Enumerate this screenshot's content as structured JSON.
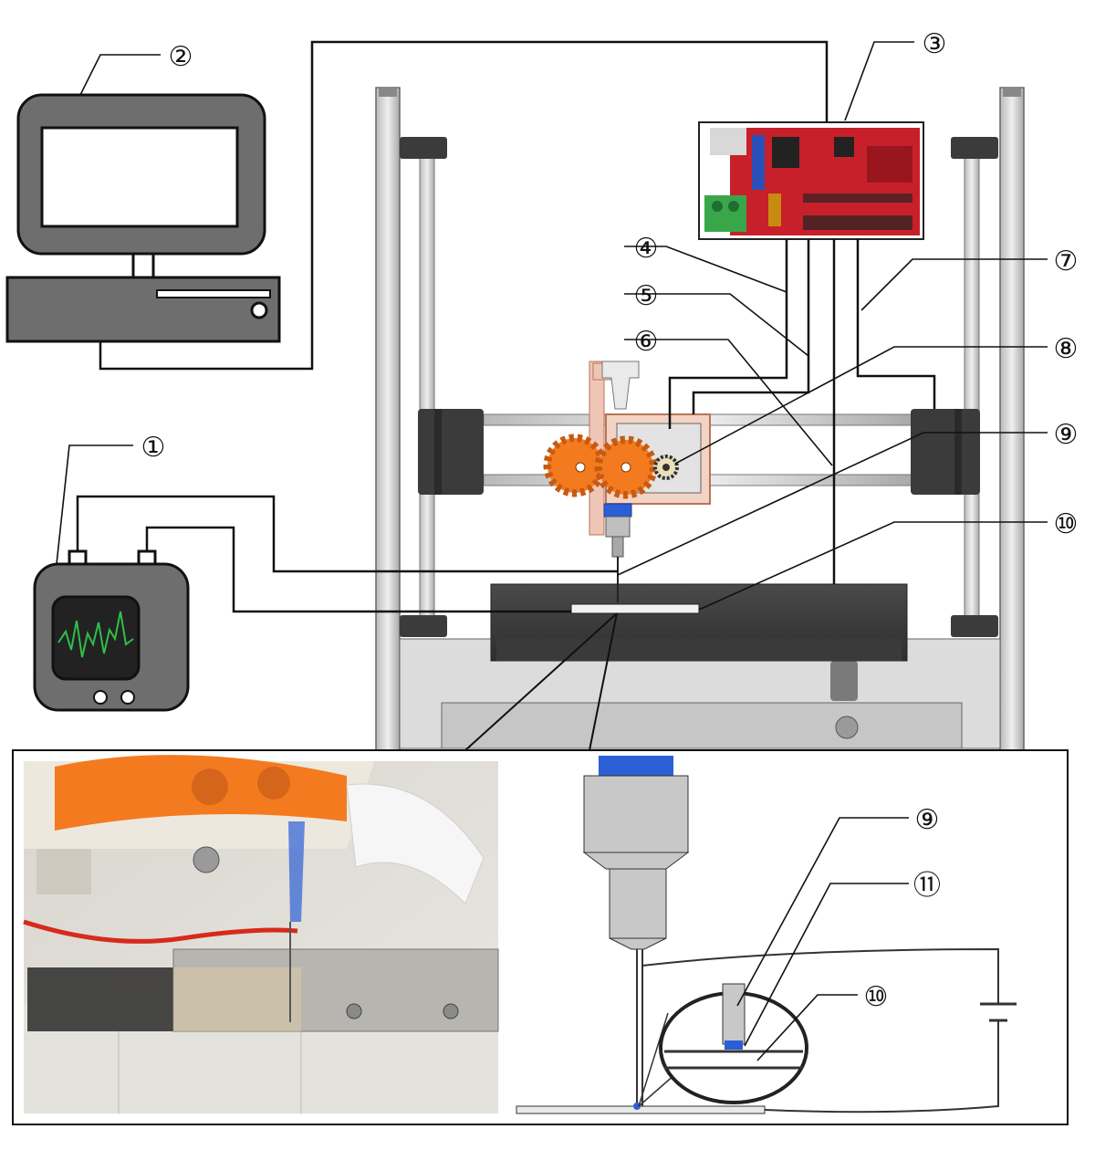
{
  "callouts": [
    {
      "id": "c1",
      "label": "①"
    },
    {
      "id": "c2",
      "label": "②"
    },
    {
      "id": "c3",
      "label": "③"
    },
    {
      "id": "c4",
      "label": "④"
    },
    {
      "id": "c5",
      "label": "⑤"
    },
    {
      "id": "c6",
      "label": "⑥"
    },
    {
      "id": "c7",
      "label": "⑦"
    },
    {
      "id": "c8",
      "label": "⑧"
    },
    {
      "id": "c9",
      "label": "⑨"
    },
    {
      "id": "c10",
      "label": "⑩"
    },
    {
      "id": "c9b",
      "label": "⑨"
    },
    {
      "id": "c11",
      "label": "⑪"
    },
    {
      "id": "c10b",
      "label": "⑩"
    }
  ],
  "colors": {
    "frame": "#cfcfcf",
    "frame_dark": "#3a3a3a",
    "gear": "#f47a20",
    "board": "#c8202a",
    "board_green": "#3aa64a",
    "monitor": "#6e6e6e",
    "screen_wave": "#2fbf4a",
    "tip_blue": "#2c5fd6"
  },
  "icons": {
    "computer": "computer-icon",
    "oscilloscope": "oscilloscope-icon",
    "controller": "control-board-icon",
    "battery": "battery-icon"
  }
}
